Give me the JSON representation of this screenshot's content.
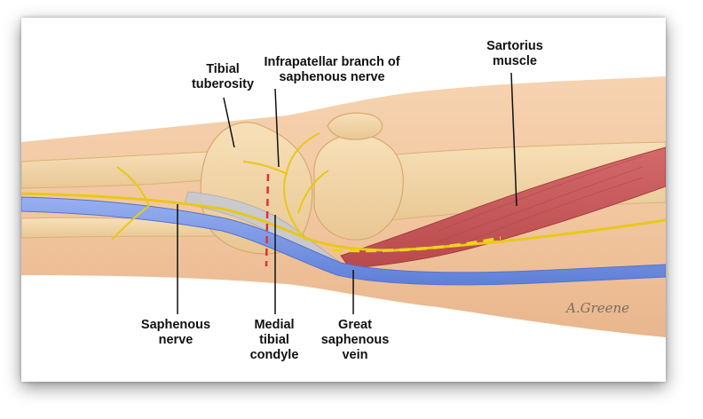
{
  "labels": {
    "tibial_tuberosity": [
      "Tibial",
      "tuberosity"
    ],
    "infrapatellar": [
      "Infrapatellar branch of",
      "saphenous nerve"
    ],
    "sartorius": [
      "Sartorius",
      "muscle"
    ],
    "saphenous_nerve": [
      "Saphenous",
      "nerve"
    ],
    "medial_tibial_condyle": [
      "Medial",
      "tibial",
      "condyle"
    ],
    "great_saphenous_vein": [
      "Great",
      "saphenous",
      "vein"
    ]
  },
  "signature": "A.Greene",
  "colors": {
    "skin": "#f3c9a2",
    "bone": "#f2d6a8",
    "nerve": "#f0d21e",
    "vein": "#7a96e6",
    "muscle": "#c8585a",
    "incision": "#e03030"
  }
}
